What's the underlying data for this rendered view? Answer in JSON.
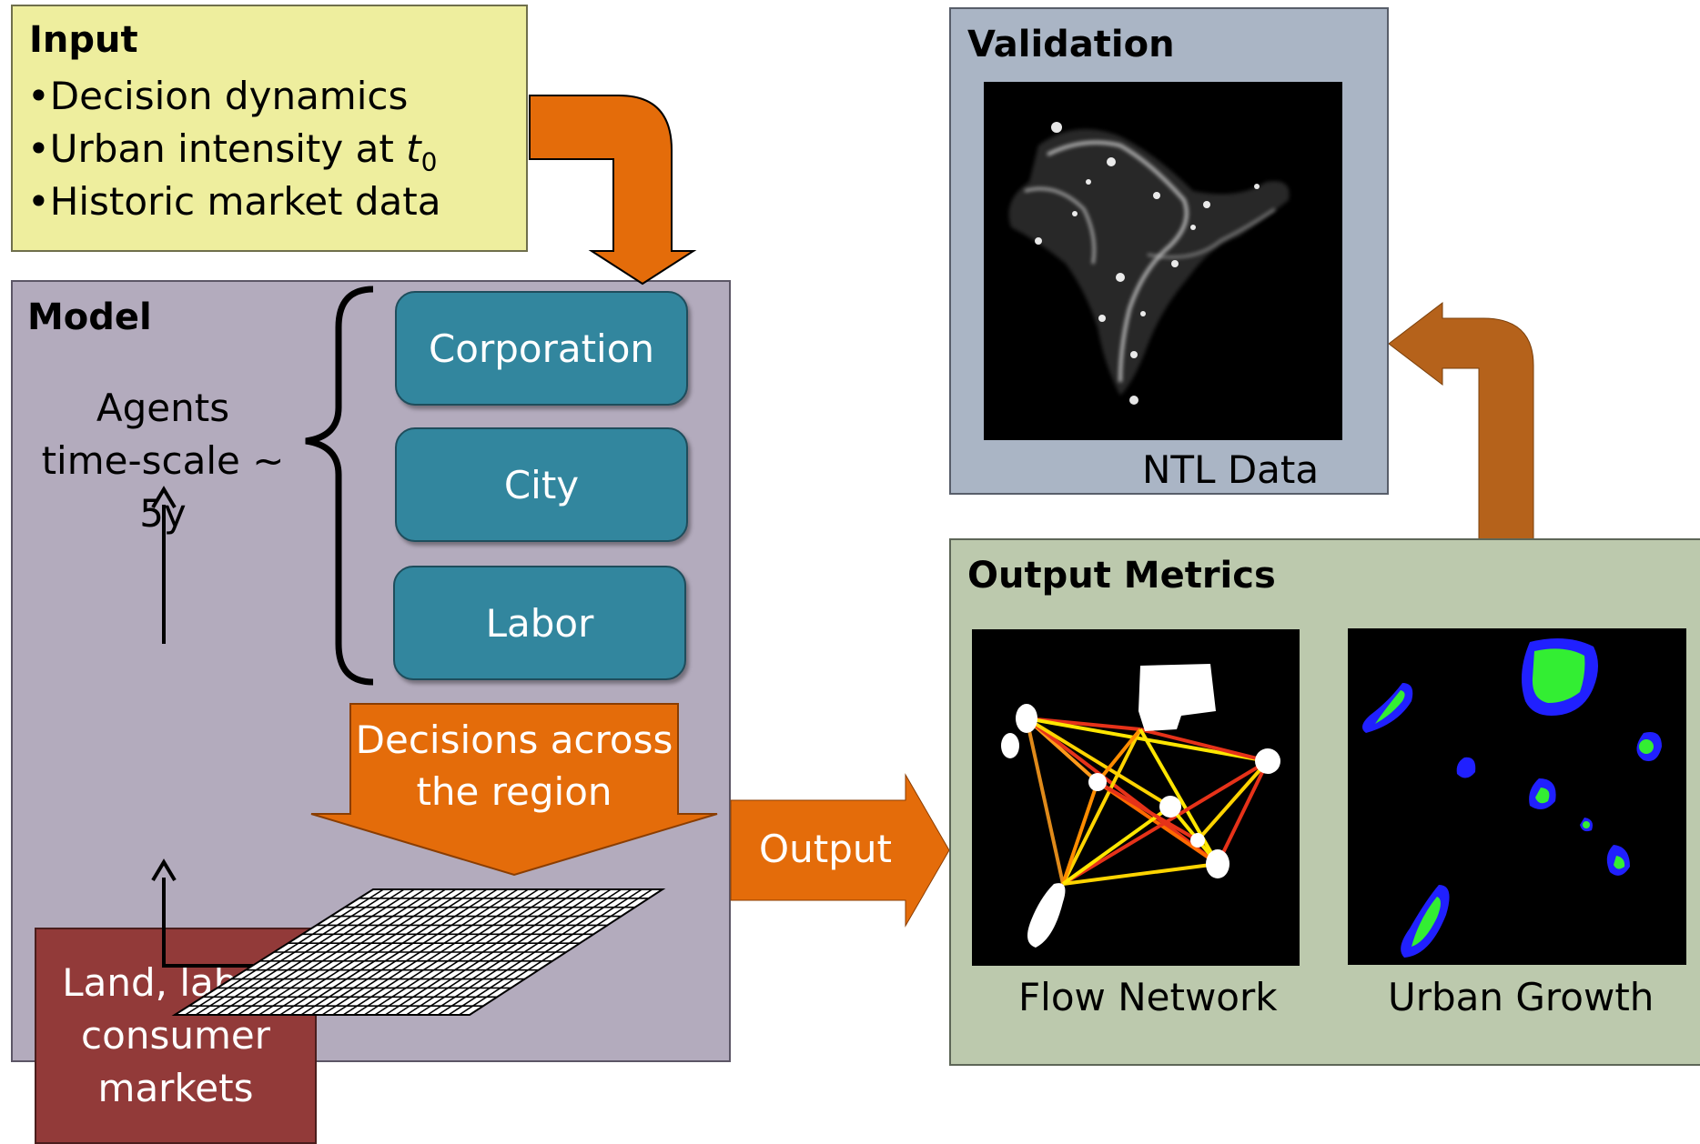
{
  "input": {
    "title": "Input",
    "items": [
      "•Decision dynamics",
      "•Urban intensity at ",
      "•Historic market data"
    ],
    "time_var": "t",
    "time_sub": "0"
  },
  "model": {
    "title": "Model",
    "agents_line1": "Agents",
    "agents_line2": "time-scale ~ 5y",
    "agents": [
      "Corporation",
      "City",
      "Labor"
    ],
    "markets": "Land, labor, consumer markets",
    "decisions_line1": "Decisions across",
    "decisions_line2": "the region"
  },
  "output_arrow": "Output",
  "validation": {
    "title": "Validation",
    "caption": "NTL Data"
  },
  "metrics": {
    "title": "Output Metrics",
    "flow_caption": "Flow Network",
    "growth_caption": "Urban Growth"
  },
  "colors": {
    "input_bg": "#eeee9e",
    "model_bg": "#b3abbd",
    "validation_bg": "#aab5c5",
    "metrics_bg": "#bcc9ad",
    "agent_teal": "#32869e",
    "market_red": "#923a39",
    "arrow_orange": "#e46c0a",
    "arrow_brown": "#b5621b"
  }
}
